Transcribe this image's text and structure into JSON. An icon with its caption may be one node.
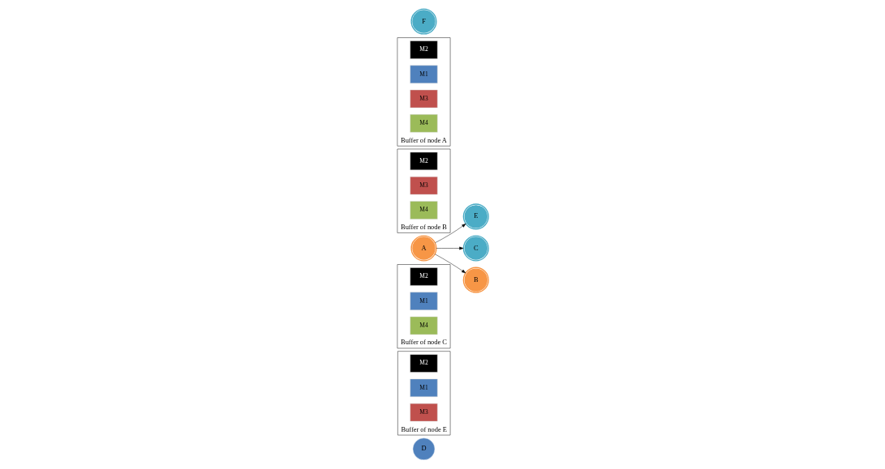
{
  "diagram": {
    "nodes": [
      {
        "text": [
          "D"
        ]
      },
      {
        "text": [
          "Buffer of node E"
        ]
      },
      {
        "text": [
          "M2"
        ],
        "in": 1
      },
      {
        "text": [
          "M1"
        ],
        "in": 1
      },
      {
        "text": [
          "M3"
        ],
        "in": 1
      },
      {
        "text": [
          "Buffer of node C"
        ]
      },
      {
        "text": [
          "M2"
        ],
        "in": 5
      },
      {
        "text": [
          "M1"
        ],
        "in": 5
      },
      {
        "text": [
          "M4"
        ],
        "in": 5
      },
      {
        "text": [
          "E"
        ]
      },
      {
        "text": [
          "C"
        ]
      },
      {
        "text": [
          "Buffer of node B"
        ]
      },
      {
        "text": [
          "M2"
        ],
        "in": 11
      },
      {
        "text": [
          "M3"
        ],
        "in": 11
      },
      {
        "text": [
          "M4"
        ],
        "in": 11
      },
      {
        "text": [
          "B"
        ]
      },
      {
        "text": [
          "A"
        ]
      },
      {
        "text": [
          "Buffer of node A"
        ]
      },
      {
        "text": [
          "M2"
        ],
        "in": 17
      },
      {
        "text": [
          "M1"
        ],
        "in": 17
      },
      {
        "text": [
          "M3"
        ],
        "in": 17
      },
      {
        "text": [
          "M4"
        ],
        "in": 17
      },
      {
        "text": [
          "F"
        ]
      }
    ],
    "edges": [
      {
        "from": 16,
        "to": 9,
        "arrow": "to"
      },
      {
        "from": 16,
        "to": 10,
        "arrow": "to"
      },
      {
        "from": 16,
        "to": 15,
        "arrow": "to"
      }
    ]
  }
}
